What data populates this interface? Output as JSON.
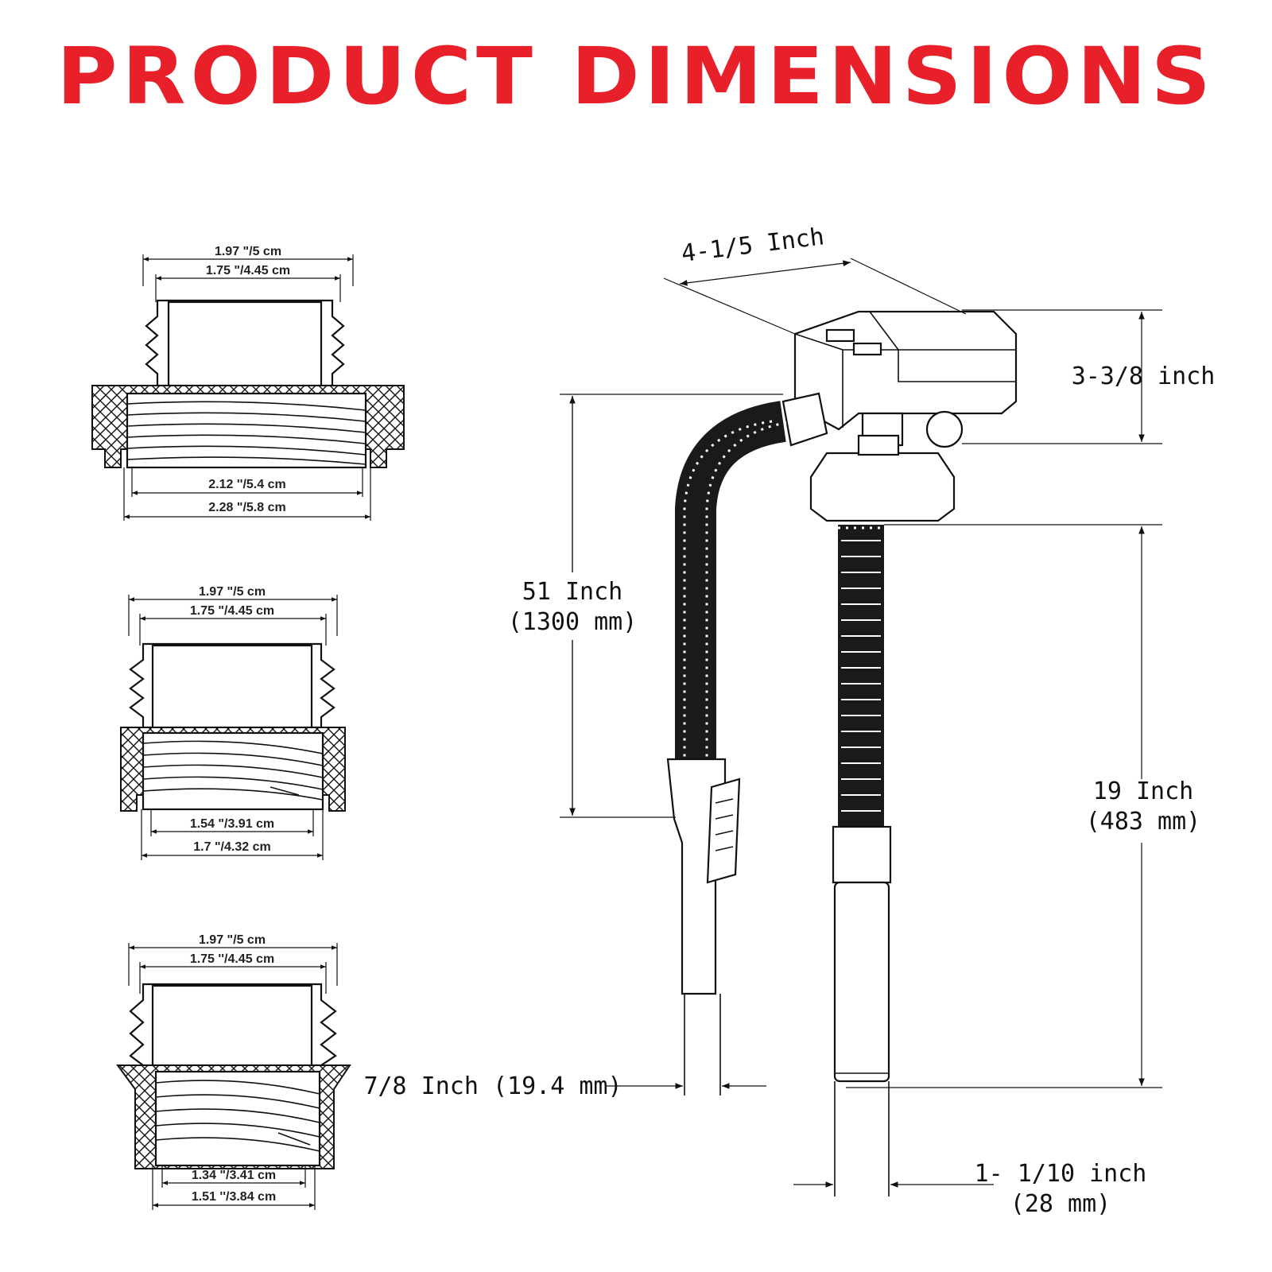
{
  "title": "PRODUCT DIMENSIONS",
  "adapters": [
    {
      "name": "adapter-top",
      "outer_top": "1.97 \"/5 cm",
      "inner_top": "1.75 \"/4.45 cm",
      "inner_bottom": "2.12 ''/5.4 cm",
      "outer_bottom": "2.28 \"/5.8 cm"
    },
    {
      "name": "adapter-middle",
      "outer_top": "1.97 \"/5 cm",
      "inner_top": "1.75 \"/4.45 cm",
      "inner_bottom": "1.54 \"/3.91 cm",
      "outer_bottom": "1.7 \"/4.32 cm"
    },
    {
      "name": "adapter-bottom",
      "outer_top": "1.97 \"/5 cm",
      "inner_top": "1.75 ''/4.45 cm",
      "inner_bottom": "1.34 \"/3.41 cm",
      "outer_bottom": "1.51 ''/3.84 cm"
    }
  ],
  "pump": {
    "width_label": "4-1/5 Inch",
    "height_label": "3-3/8 inch",
    "hose_length_label": "51 Inch",
    "hose_length_mm": "(1300 mm)",
    "tube_length_label": "19 Inch",
    "tube_length_mm": "(483 mm)",
    "nozzle_diameter_label": "7/8 Inch (19.4 mm)",
    "tube_diameter_label": "1- 1/10 inch",
    "tube_diameter_mm": "(28 mm)"
  },
  "colors": {
    "title": "#e8202a",
    "line": "#111111"
  }
}
